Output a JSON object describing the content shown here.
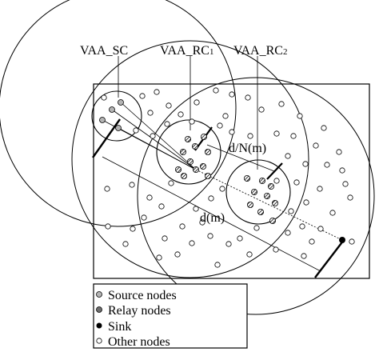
{
  "labels": {
    "vaa_sc": "VAA_SC",
    "vaa_rc1": "VAA_RC",
    "vaa_rc1_sub": "1",
    "vaa_rc2": "VAA_RC",
    "vaa_rc2_sub": "2",
    "d_over_n": "d/N(m)",
    "d": "d(m)"
  },
  "legend": {
    "items": [
      {
        "label": "Source nodes",
        "marker": "gray-circle"
      },
      {
        "label": "Relay nodes",
        "marker": "hatched-circle"
      },
      {
        "label": "Sink",
        "marker": "black-dot"
      },
      {
        "label": "Other nodes",
        "marker": "open-circle"
      }
    ]
  },
  "colors": {
    "stroke": "#000000",
    "source_fill": "#b4b4b4",
    "relay_fill": "#6e6e6e",
    "sink_fill": "#000000",
    "other_fill": "#ffffff"
  }
}
